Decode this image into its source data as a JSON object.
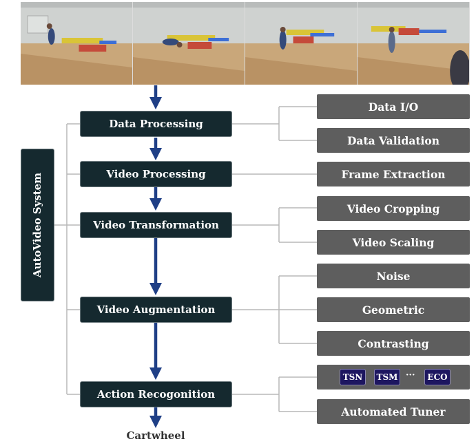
{
  "system": {
    "label": "AutoVideo System"
  },
  "stages": [
    {
      "label": "Data Processing"
    },
    {
      "label": "Video Processing"
    },
    {
      "label": "Video Transformation"
    },
    {
      "label": "Video Augmentation"
    },
    {
      "label": "Action Recogonition"
    }
  ],
  "modules": {
    "data_io": "Data I/O",
    "data_validation": "Data Validation",
    "frame_extraction": "Frame Extraction",
    "video_cropping": "Video Cropping",
    "video_scaling": "Video Scaling",
    "noise": "Noise",
    "geometric": "Geometric",
    "contrasting": "Contrasting",
    "automated_tuner": "Automated Tuner"
  },
  "models": {
    "tsn": "TSN",
    "tsm": "TSM",
    "ellipsis": "···",
    "eco": "ECO"
  },
  "output": {
    "label": "Cartwheel"
  },
  "colors": {
    "stage_fill": "#15292f",
    "module_fill": "#5e5e5e",
    "model_chip_fill": "#1d1660",
    "arrow": "#1f3f86",
    "connector": "#b8b8b8"
  },
  "icons": {
    "frames": "gymnastics-video-frames"
  }
}
